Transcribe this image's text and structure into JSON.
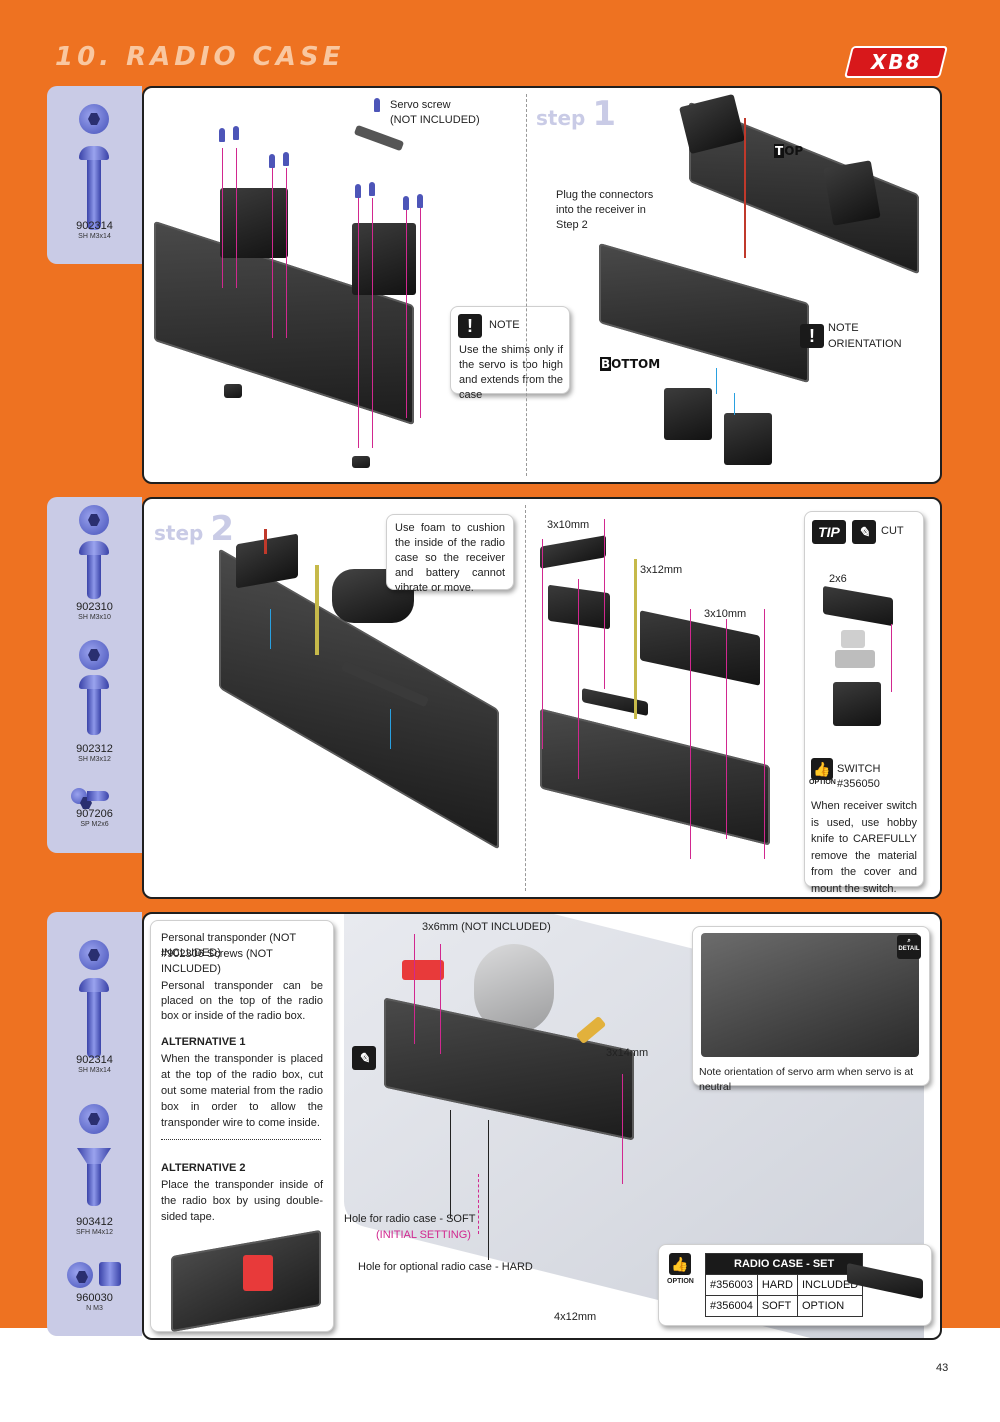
{
  "header": {
    "title": "10. RADIO CASE",
    "logo": "XB8"
  },
  "page_number": "43",
  "colors": {
    "page_bg": "#ee7221",
    "accent_magenta": "#d1288f",
    "accent_blue": "#29a0e0",
    "parts_bg": "#c9cbe6"
  },
  "section1": {
    "parts": [
      {
        "code": "902314",
        "size": "SH M3x14"
      }
    ],
    "servo_screw": "Servo screw",
    "not_included": "(NOT INCLUDED)",
    "note_title": "NOTE",
    "note_text": "Use the shims only if the servo is too high and extends from the case",
    "step_word": "step",
    "step_num": "1",
    "plug_text": "Plug the connectors into the receiver in Step 2",
    "top_label_first": "T",
    "top_label_rest": "OP",
    "bottom_label_first": "B",
    "bottom_label_rest": "OTTOM",
    "note2_line1": "NOTE",
    "note2_line2": "ORIENTATION"
  },
  "section2": {
    "parts": [
      {
        "code": "902310",
        "size": "SH M3x10"
      },
      {
        "code": "902312",
        "size": "SH M3x12"
      },
      {
        "code": "907206",
        "size": "SP M2x6"
      }
    ],
    "step_word": "step",
    "step_num": "2",
    "foam_text": "Use foam to cushion the inside of the radio case so the receiver and battery cannot vibrate or move.",
    "label_3x10_a": "3x10mm",
    "label_3x12": "3x12mm",
    "label_3x10_b": "3x10mm",
    "tip_badge": "TIP",
    "cut_label": "CUT",
    "label_2x6": "2x6",
    "switch_label": "SWITCH #356050",
    "option_word": "OPTION",
    "switch_text": "When receiver switch is used, use hobby knife to CAREFULLY remove the material from the cover and mount the switch."
  },
  "section3": {
    "parts": [
      {
        "code": "902314",
        "size": "SH M3x14"
      },
      {
        "code": "903412",
        "size": "SFH M4x12"
      },
      {
        "code": "960030",
        "size": "N M3"
      }
    ],
    "transponder_line1": "Personal transponder (NOT INCLUDED)",
    "transponder_line2": "#902306 Screws (NOT INCLUDED)",
    "transponder_text": "Personal transponder can be placed on the top of the radio box or inside of the radio box.",
    "alt1_title": "ALTERNATIVE 1",
    "alt1_text": "When the transponder is placed at the top of the radio box, cut out some material from the radio box in order to allow the transponder wire to come inside.",
    "alt2_title": "ALTERNATIVE 2",
    "alt2_text": "Place the transponder inside of the radio box by using double-sided tape.",
    "label_3x6": "3x6mm (NOT INCLUDED)",
    "label_3x14": "3x14mm",
    "label_4x12": "4x12mm",
    "detail_badge": "DETAIL",
    "detail_caption": "Note orientation of servo arm when servo is at neutral",
    "hole_soft": "Hole for radio case - SOFT",
    "initial_setting": "(INITIAL SETTING)",
    "hole_hard": "Hole for optional radio case - HARD",
    "option_word": "OPTION",
    "table": {
      "title": "RADIO CASE - SET",
      "rows": [
        [
          "#356003",
          "HARD",
          "INCLUDED"
        ],
        [
          "#356004",
          "SOFT",
          "OPTION"
        ]
      ]
    }
  }
}
